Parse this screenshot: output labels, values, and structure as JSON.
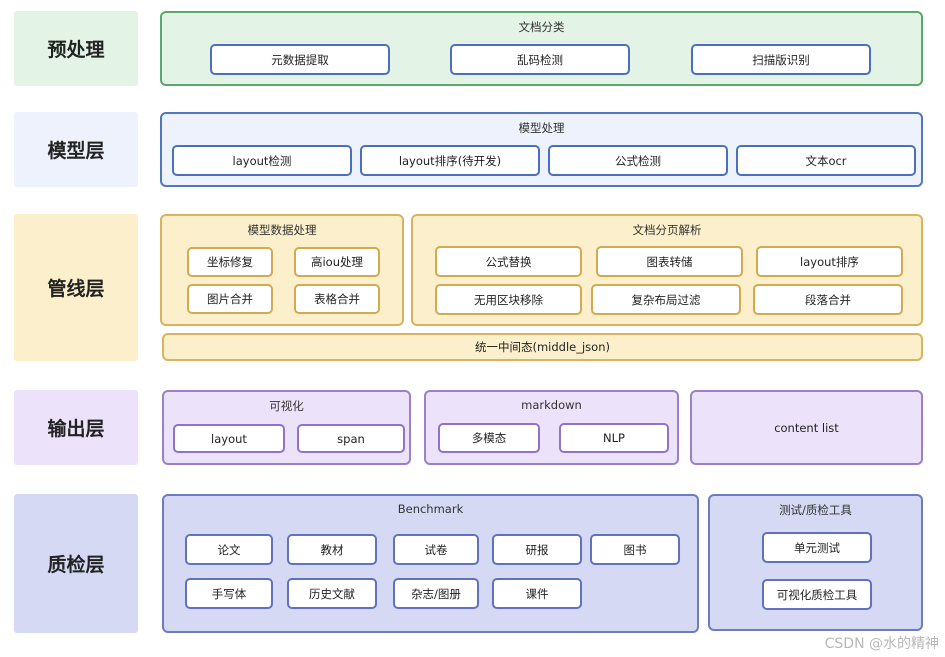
{
  "layers": {
    "preprocess": "预处理",
    "model": "模型层",
    "pipeline": "管线层",
    "output": "输出层",
    "qa": "质检层"
  },
  "preprocess": {
    "title": "文档分类",
    "items": [
      "元数据提取",
      "乱码检测",
      "扫描版识别"
    ]
  },
  "model": {
    "title": "模型处理",
    "items": [
      "layout检测",
      "layout排序(待开发)",
      "公式检测",
      "文本ocr"
    ]
  },
  "pipeline": {
    "model_data": {
      "title": "模型数据处理",
      "items": [
        "坐标修复",
        "高iou处理",
        "图片合并",
        "表格合并"
      ]
    },
    "doc_parse": {
      "title": "文档分页解析",
      "items": [
        "公式替换",
        "图表转储",
        "layout排序",
        "无用区块移除",
        "复杂布局过滤",
        "段落合并"
      ]
    },
    "middle": "统一中间态(middle_json)"
  },
  "output": {
    "visual": {
      "title": "可视化",
      "items": [
        "layout",
        "span"
      ]
    },
    "markdown": {
      "title": "markdown",
      "items": [
        "多模态",
        "NLP"
      ]
    },
    "content_list": "content list"
  },
  "qa": {
    "benchmark": {
      "title": "Benchmark",
      "items": [
        "论文",
        "教材",
        "试卷",
        "研报",
        "图书",
        "手写体",
        "历史文献",
        "杂志/图册",
        "课件"
      ]
    },
    "tools": {
      "title": "测试/质检工具",
      "items": [
        "单元测试",
        "可视化质检工具"
      ]
    }
  },
  "watermark": "CSDN @水的精神"
}
